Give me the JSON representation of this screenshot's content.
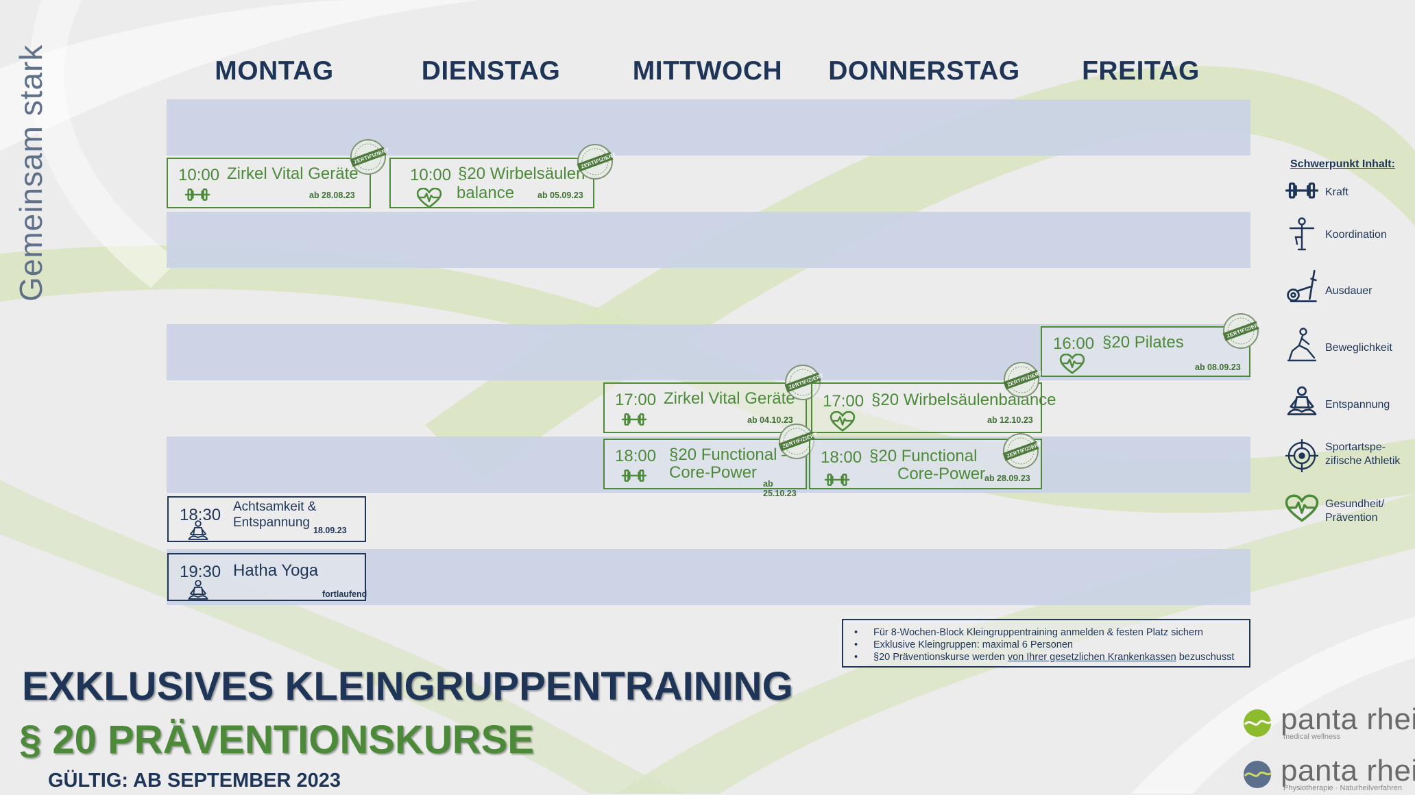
{
  "tagline": "Gemeinsam stark",
  "days": [
    "MONTAG",
    "DIENSTAG",
    "MITTWOCH",
    "DONNERSTAG",
    "FREITAG"
  ],
  "courses": {
    "mo_1000": {
      "time": "10:00",
      "name": "Zirkel Vital Geräte",
      "date": "ab 28.08.23",
      "icon": "dumbbell-icon"
    },
    "di_1000": {
      "time": "10:00",
      "name1": "§20 Wirbelsäulen-",
      "name2": "balance",
      "date": "ab 05.09.23",
      "icon": "heart-pulse-icon"
    },
    "fr_1600": {
      "time": "16:00",
      "name": "§20 Pilates",
      "date": "ab 08.09.23",
      "icon": "heart-pulse-icon"
    },
    "mi_1700": {
      "time": "17:00",
      "name": "Zirkel Vital Geräte",
      "date": "ab 04.10.23",
      "icon": "dumbbell-icon"
    },
    "do_1700": {
      "time": "17:00",
      "name": "§20 Wirbelsäulenbalance",
      "date": "ab 12.10.23",
      "icon": "heart-pulse-icon"
    },
    "mi_1800": {
      "time": "18:00",
      "name1": "§20 Functional –",
      "name2": "Core-Power",
      "date": "ab 25.10.23",
      "icon": "dumbbell-icon"
    },
    "do_1800": {
      "time": "18:00",
      "name1": "§20 Functional",
      "name2": "Core-Power",
      "date": "ab 28.09.23",
      "icon": "dumbbell-icon"
    },
    "mo_1830": {
      "time": "18:30",
      "name1": "Achtsamkeit &",
      "name2": "Entspannung",
      "date": "18.09.23",
      "icon": "meditation-icon"
    },
    "mo_1930": {
      "time": "19:30",
      "name": "Hatha Yoga",
      "date": "fortlaufend",
      "icon": "meditation-icon"
    }
  },
  "stamp_text": "ZERTIFIZIERT",
  "legend": {
    "title": "Schwerpunkt Inhalt:",
    "items": [
      {
        "label": "Kraft",
        "icon": "dumbbell-icon"
      },
      {
        "label": "Koordination",
        "icon": "balance-figure-icon"
      },
      {
        "label": "Ausdauer",
        "icon": "crosstrainer-icon"
      },
      {
        "label": "Beweglichkeit",
        "icon": "stretching-figure-icon"
      },
      {
        "label": "Entspannung",
        "icon": "meditation-icon"
      },
      {
        "label1": "Sportartspe-",
        "label2": "zifische Athletik",
        "icon": "target-icon"
      },
      {
        "label1": "Gesundheit/",
        "label2": "Prävention",
        "icon": "heart-pulse-icon"
      }
    ]
  },
  "notes": {
    "line1": "Für 8-Wochen-Block Kleingruppentraining anmelden & festen Platz sichern",
    "line2": "Exklusive Kleingruppen: maximal 6 Personen",
    "line3_a": "§20 Präventionskurse werden ",
    "line3_link": "von Ihrer gesetzlichen Krankenkassen",
    "line3_b": " bezuschusst"
  },
  "headline": {
    "line1": "EXKLUSIVES KLEINGRUPPENTRAINING",
    "line2": "§ 20 PRÄVENTIONSKURSE",
    "line3": "GÜLTIG: AB SEPTEMBER 2023"
  },
  "logos": [
    {
      "name": "panta rhei",
      "sub": "medical wellness"
    },
    {
      "name": "panta rhei",
      "sub": "Physiotherapie · Naturheilverfahren"
    }
  ],
  "colors": {
    "navy": "#1f3557",
    "green": "#4c8a3a",
    "band": "#c9d2e6",
    "swoosh": "#d3e2b4"
  }
}
